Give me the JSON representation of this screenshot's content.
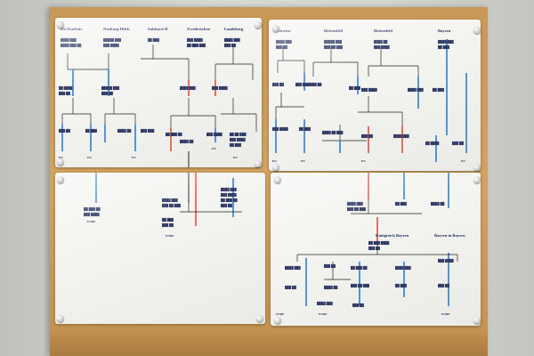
{
  "scene": {
    "description_colors": {
      "wall": "#cfd0cc",
      "board": "#d3a363",
      "paper": "#f4f4f1",
      "ink": "#1d2a5a",
      "line_blue": "#2f7fd0",
      "line_red": "#e0533a",
      "line_black": "#222222"
    }
  },
  "sheets": {
    "top_left": {
      "headings": [
        "Die Kurlinie",
        "Neuburg-Hilch",
        "Sulzbach II",
        "Zweibrücken",
        "Landsberg"
      ],
      "markers": [
        "EN",
        "EN",
        "EN",
        "EN",
        "EN"
      ]
    },
    "top_right": {
      "headings": [
        "Kärnten",
        "Birkenfeld",
        "Birkenfeld",
        "Bayern"
      ],
      "markers": [
        "EN",
        "EN",
        "EN",
        "EN"
      ]
    },
    "bottom_left": {
      "markers": [
        "ENDE",
        "ENDE"
      ]
    },
    "bottom_right": {
      "headings": [
        "Königreich Bayern",
        "Bayern in Bayern"
      ],
      "markers": [
        "ENDE",
        "ENDE",
        "ENDE"
      ]
    }
  }
}
